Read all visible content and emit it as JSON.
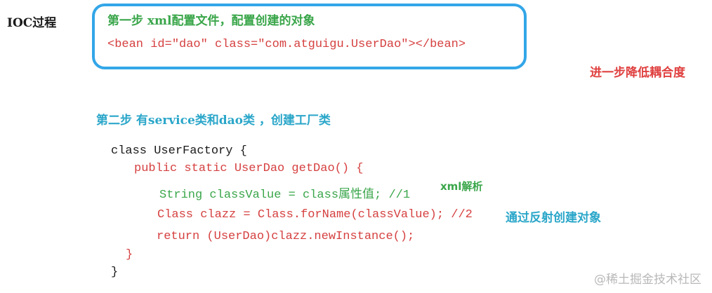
{
  "title": "IOC过程",
  "step1": {
    "label": "第一步 xml配置文件，配置创建的对象",
    "code": "<bean id=\"dao\" class=\"com.atguigu.UserDao\"></bean>"
  },
  "side_note": "进一步降低耦合度",
  "step2": {
    "label": "第二步 有service类和dao类 ，创建工厂类"
  },
  "code_lines": {
    "l1": "class UserFactory {",
    "l2": "public static UserDao getDao() {",
    "l3": "String classValue = class属性值; //1",
    "l3_comment": "xml解析",
    "l4": "Class clazz = Class.forName(classValue); //2",
    "l4_comment": "通过反射创建对象",
    "l5": "return (UserDao)clazz.newInstance();",
    "l6": "}",
    "l7": "}"
  },
  "watermark": "@稀土掘金技术社区",
  "colors": {
    "box_border": "#33a6e8",
    "green": "#3aa64a",
    "red": "#d64040",
    "cyan": "#2aa6c9"
  }
}
